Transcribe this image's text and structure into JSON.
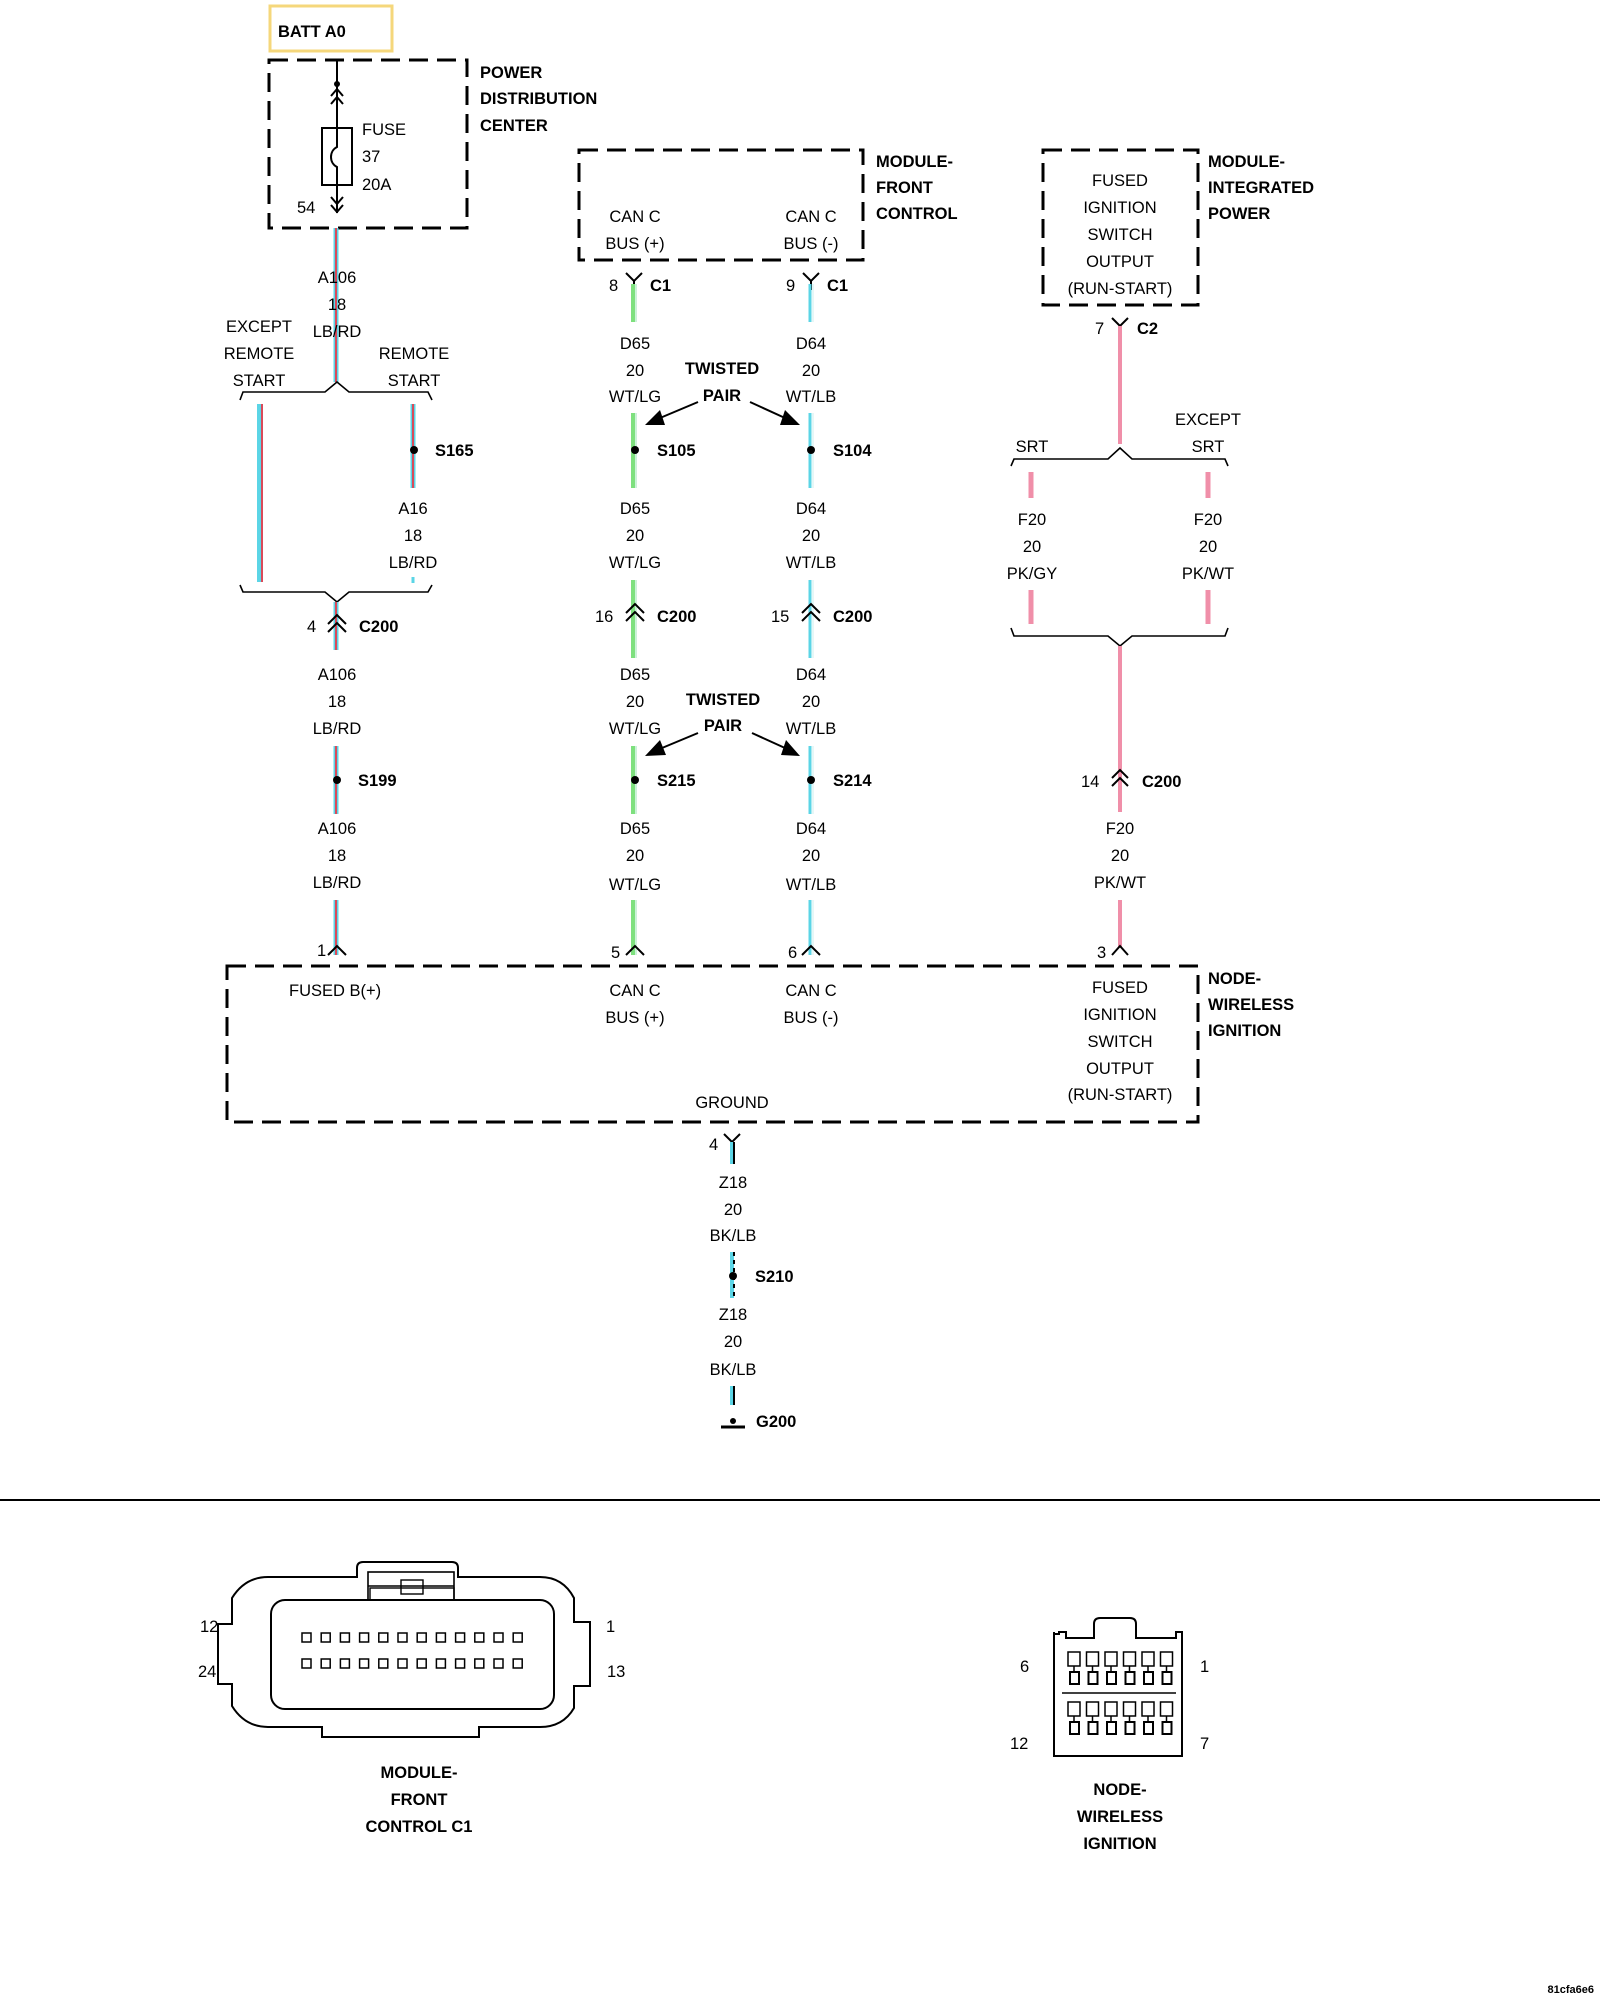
{
  "battery": {
    "label": "BATT A0",
    "accent_color": "#f5d77b"
  },
  "pdc": {
    "title_lines": [
      "POWER",
      "DISTRIBUTION",
      "CENTER"
    ],
    "fuse_lines": [
      "FUSE",
      "37",
      "20A"
    ],
    "pin": "54"
  },
  "mfc": {
    "title_lines": [
      "MODULE-",
      "FRONT",
      "CONTROL"
    ],
    "pin_plus": [
      "CAN C",
      "BUS (+)"
    ],
    "pin_minus": [
      "CAN C",
      "BUS (-)"
    ],
    "conn_plus": {
      "pin": "8",
      "name": "C1"
    },
    "conn_minus": {
      "pin": "9",
      "name": "C1"
    }
  },
  "mip": {
    "title_lines": [
      "MODULE-",
      "INTEGRATED",
      "POWER"
    ],
    "pin_lines": [
      "FUSED",
      "IGNITION",
      "SWITCH",
      "OUTPUT",
      "(RUN-START)"
    ],
    "conn": {
      "pin": "7",
      "name": "C2"
    }
  },
  "options": {
    "except_remote_start": [
      "EXCEPT",
      "REMOTE",
      "START"
    ],
    "remote_start": [
      "REMOTE",
      "START"
    ],
    "srt": "SRT",
    "except_srt": [
      "EXCEPT",
      "SRT"
    ]
  },
  "twisted_pair": [
    "TWISTED",
    "PAIR"
  ],
  "wires": {
    "a106_top": [
      "A106",
      "18",
      "LB/RD"
    ],
    "a16": [
      "A16",
      "18",
      "LB/RD"
    ],
    "a106_mid": [
      "A106",
      "18",
      "LB/RD"
    ],
    "a106_bot": [
      "A106",
      "18",
      "LB/RD"
    ],
    "d65_1": [
      "D65",
      "20",
      "WT/LG"
    ],
    "d65_2": [
      "D65",
      "20",
      "WT/LG"
    ],
    "d65_3": [
      "D65",
      "20",
      "WT/LG"
    ],
    "d65_4": [
      "D65",
      "20",
      "WT/LG"
    ],
    "d64_1": [
      "D64",
      "20",
      "WT/LB"
    ],
    "d64_2": [
      "D64",
      "20",
      "WT/LB"
    ],
    "d64_3": [
      "D64",
      "20",
      "WT/LB"
    ],
    "d64_4": [
      "D64",
      "20",
      "WT/LB"
    ],
    "f20_srt": [
      "F20",
      "20",
      "PK/GY"
    ],
    "f20_except": [
      "F20",
      "20",
      "PK/WT"
    ],
    "f20_bot": [
      "F20",
      "20",
      "PK/WT"
    ],
    "z18_1": [
      "Z18",
      "20",
      "BK/LB"
    ],
    "z18_2": [
      "Z18",
      "20",
      "BK/LB"
    ]
  },
  "splices": {
    "s165": "S165",
    "s105": "S105",
    "s104": "S104",
    "s199": "S199",
    "s215": "S215",
    "s214": "S214",
    "s210": "S210"
  },
  "c200": {
    "name": "C200",
    "pin_a106": "4",
    "pin_d65": "16",
    "pin_d64": "15",
    "pin_f20": "14"
  },
  "nwi": {
    "title_lines": [
      "NODE-",
      "WIRELESS",
      "IGNITION"
    ],
    "pin1": {
      "num": "1",
      "label": "FUSED B(+)"
    },
    "pin5": {
      "num": "5",
      "lines": [
        "CAN C",
        "BUS (+)"
      ]
    },
    "pin6": {
      "num": "6",
      "lines": [
        "CAN C",
        "BUS (-)"
      ]
    },
    "pin3": {
      "num": "3",
      "lines": [
        "FUSED",
        "IGNITION",
        "SWITCH",
        "OUTPUT",
        "(RUN-START)"
      ]
    },
    "ground_label": "GROUND",
    "ground_pin": "4"
  },
  "ground": {
    "name": "G200"
  },
  "connector_views": {
    "mfc_c1": {
      "title_lines": [
        "MODULE-",
        "FRONT",
        "CONTROL C1"
      ],
      "pin_12": "12",
      "pin_1": "1",
      "pin_24": "24",
      "pin_13": "13"
    },
    "nwi": {
      "title_lines": [
        "NODE-",
        "WIRELESS",
        "IGNITION"
      ],
      "pin_6": "6",
      "pin_1": "1",
      "pin_12": "12",
      "pin_7": "7"
    }
  },
  "footer_code": "81cfa6e6",
  "colors": {
    "light_blue": "#5bd5e6",
    "red": "#d94a5a",
    "light_green": "#7ee07e",
    "white_wire": "#e6f7f7",
    "pink": "#f08fa9",
    "black": "#000000"
  }
}
